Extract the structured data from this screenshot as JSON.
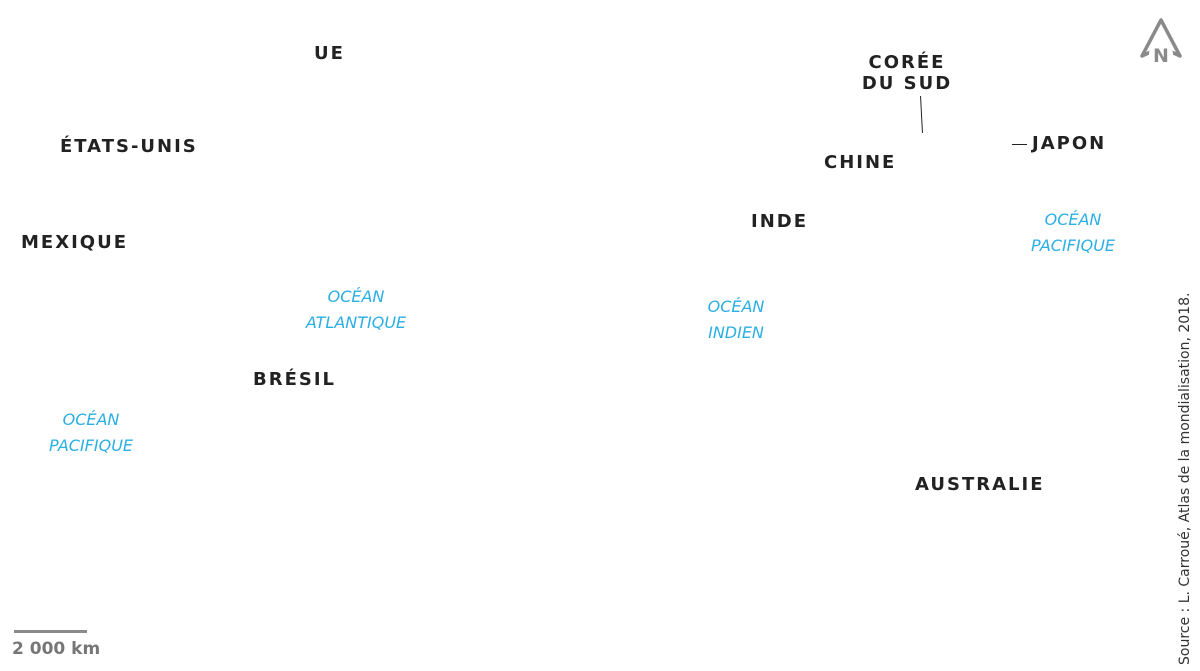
{
  "countries": {
    "ue": "UE",
    "etats_unis": "ÉTATS-UNIS",
    "mexique": "MEXIQUE",
    "bresil": "BRÉSIL",
    "coree_line1": "CORÉE",
    "coree_line2": "DU SUD",
    "japon": "JAPON",
    "chine": "CHINE",
    "inde": "INDE",
    "australie": "AUSTRALIE"
  },
  "oceans": {
    "atlantique_line1": "OCÉAN",
    "atlantique_line2": "ATLANTIQUE",
    "indien_line1": "OCÉAN",
    "indien_line2": "INDIEN",
    "pacifique_east_line1": "OCÉAN",
    "pacifique_east_line2": "PACIFIQUE",
    "pacifique_west_line1": "OCÉAN",
    "pacifique_west_line2": "PACIFIQUE"
  },
  "north_arrow": {
    "label": "N",
    "icon": "north-arrow-icon",
    "color": "#8a8a8a"
  },
  "scale": {
    "label": "2 000 km"
  },
  "source": "Source : L. Carroué, Atlas de la mondialisation, 2018.",
  "colors": {
    "country_label": "#222222",
    "ocean_label": "#2aaee3",
    "scale": "#8a8a8a"
  }
}
